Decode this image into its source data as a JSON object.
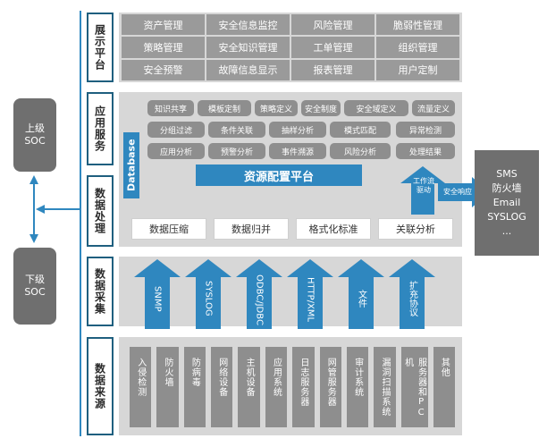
{
  "soc": {
    "upper": "上级\nSOC",
    "lower": "下级\nSOC"
  },
  "layers": {
    "display": "展示平台",
    "app": "应用服务",
    "data_proc": "数据处理",
    "collect": "数据采集",
    "source": "数据来源"
  },
  "display_items": [
    [
      "资产管理",
      "安全信息监控",
      "风险管理",
      "脆弱性管理"
    ],
    [
      "策略管理",
      "安全知识管理",
      "工单管理",
      "组织管理"
    ],
    [
      "安全预警",
      "故障信息显示",
      "报表管理",
      "用户定制"
    ]
  ],
  "app_row1": [
    "知识共享",
    "模板定制",
    "策略定义",
    "安全制度",
    "安全域定义",
    "流量定义"
  ],
  "app_row2": [
    "分组过滤",
    "条件关联",
    "抽样分析",
    "模式匹配",
    "异常检测"
  ],
  "app_row3": [
    "应用分析",
    "预警分析",
    "事件溯源",
    "风险分析",
    "处理结果"
  ],
  "database": "Database",
  "resource_platform": "资源配置平台",
  "workflow": "工作流\n驱动",
  "security_response": "安全响应",
  "data_proc_items": [
    "数据压缩",
    "数据归并",
    "格式化标准",
    "关联分析"
  ],
  "collect_arrows": [
    "SNMP",
    "SYSLOG",
    "ODBC/JDBC",
    "HTTP/XML",
    "文件",
    "扩充协议"
  ],
  "sources": [
    "入侵检测",
    "防火墙",
    "防病毒",
    "网络设备",
    "主机设备",
    "应用系统",
    "日志服务器",
    "网管服务器",
    "审计系统",
    "漏洞扫描系统",
    "服务器和PC机",
    "其他"
  ],
  "right_box": [
    "SMS",
    "防火墙",
    "Email",
    "SYSLOG",
    "..."
  ],
  "colors": {
    "blue": "#2f87bf",
    "dark_border": "#1f5f7f",
    "gray_cell": "#9a9a9a",
    "band": "#d7d7d7"
  }
}
